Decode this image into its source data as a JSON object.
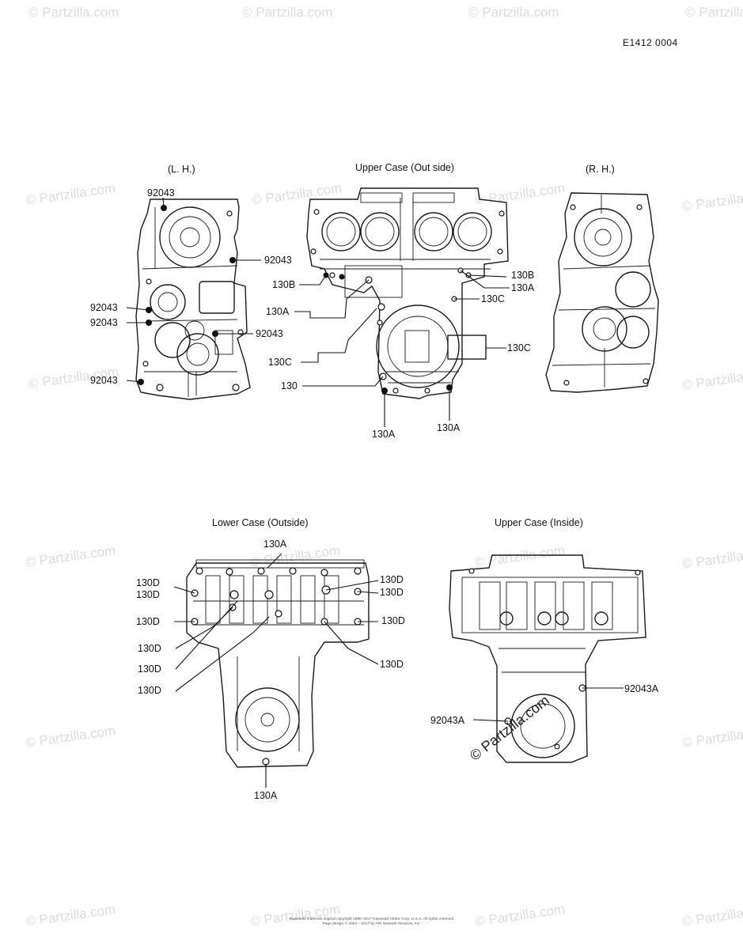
{
  "document": {
    "code": "E1412 0004",
    "footer_lines": [
      "Kawasaki materials original copyright 1990–2017 Kawasaki Motor Corp. U.S.A. All rights reserved",
      "Page design © 2004 – 2017 by ARI Network Services, Inc."
    ]
  },
  "watermark": {
    "text": "© Partzilla.com",
    "main_text": "© Partzilla.com"
  },
  "views": {
    "lh": {
      "title": "(L. H.)",
      "labels": [
        "92043",
        "92043",
        "92043",
        "92043",
        "92043",
        "92043"
      ]
    },
    "upper_outside": {
      "title": "Upper Case (Out side)",
      "labels": {
        "b_left": "130B",
        "a_left": "130A",
        "c_left": "130C",
        "plain": "130",
        "a_bottom_left": "130A",
        "a_bottom_right": "130A",
        "b_right": "130B",
        "a_right": "130A",
        "c_right_top": "130C",
        "c_right": "130C"
      }
    },
    "rh": {
      "title": "(R. H.)"
    },
    "lower_outside": {
      "title": "Lower Case (Outside)",
      "labels": {
        "a_top": "130A",
        "d_l1": "130D",
        "d_l2": "130D",
        "d_l3": "130D",
        "d_l4": "130D",
        "d_l5": "130D",
        "d_l6": "130D",
        "d_r1": "130D",
        "d_r2": "130D",
        "d_r3": "130D",
        "d_r4": "130D",
        "a_bottom": "130A"
      }
    },
    "upper_inside": {
      "title": "Upper Case (Inside)",
      "labels": {
        "right": "92043A",
        "left": "92043A"
      }
    }
  }
}
